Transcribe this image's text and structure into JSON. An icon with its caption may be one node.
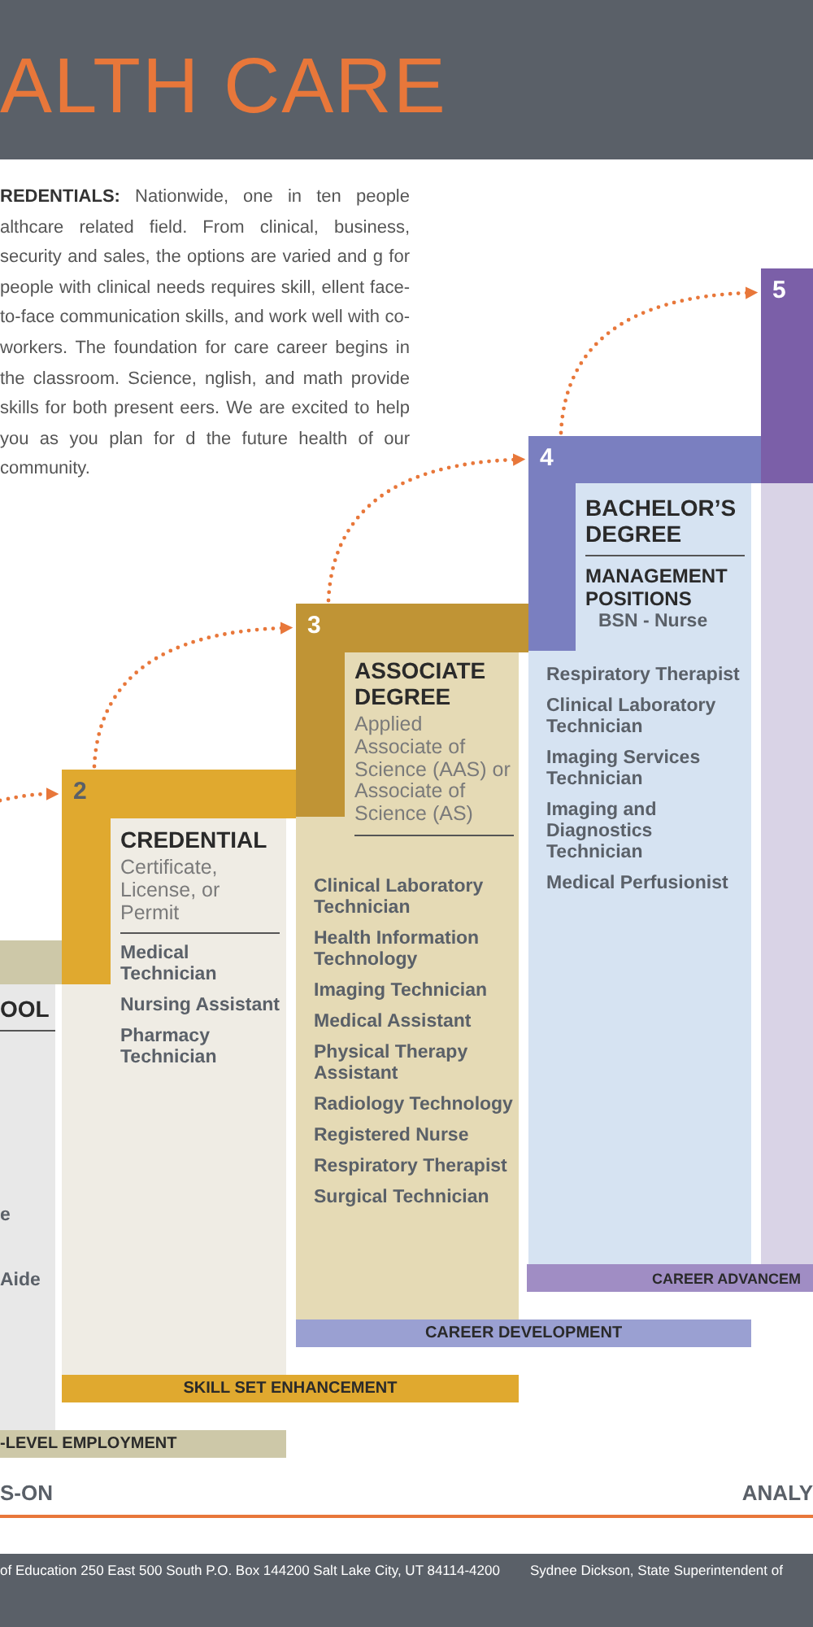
{
  "diagram": {
    "title": "ALTH CARE",
    "nodes": [
      {
        "text": [
          "OOL",
          "e",
          "Aide"
        ]
      },
      {
        "text": [
          "2",
          "CREDENTIAL",
          "Certificate, License, or Permit",
          "Medical Technician",
          "Nursing Assistant",
          "Pharmacy Technician"
        ]
      },
      {
        "text": [
          "3",
          "ASSOCIATE DEGREE",
          "Applied Associate of Science (AAS) or Associate of Science (AS)",
          "Clinical Laboratory Technician",
          "Health Information Technology",
          "Imaging Technician",
          "Medical Assistant",
          "Physical Therapy Assistant",
          "Radiology Technology",
          "Registered Nurse",
          "Respiratory Therapist",
          "Surgical Technician"
        ]
      },
      {
        "text": [
          "4",
          "BACHELOR’S DEGREE",
          "MANAGEMENT POSITIONS",
          "BSN - Nurse",
          "Respiratory Therapist",
          "Clinical Laboratory Technician",
          "Imaging Services Technician",
          "Imaging and Diagnostics Technician",
          "Medical Perfusionist"
        ]
      },
      {
        "text": [
          "5"
        ]
      },
      {
        "text": [
          "-LEVEL EMPLOYMENT"
        ]
      },
      {
        "text": [
          "SKILL SET ENHANCEMENT"
        ]
      },
      {
        "text": [
          "CAREER DEVELOPMENT"
        ]
      },
      {
        "text": [
          "CAREER ADVANCEM"
        ]
      }
    ],
    "edges": [
      {
        "from": null,
        "to": 1,
        "arrow": "to",
        "style": "dashed"
      },
      {
        "from": 1,
        "to": 2,
        "arrow": "to",
        "style": "dashed"
      },
      {
        "from": 2,
        "to": 3,
        "arrow": "to",
        "style": "dashed"
      },
      {
        "from": 3,
        "to": 4,
        "arrow": "to",
        "style": "dashed"
      }
    ],
    "labels": [
      "**REDENTIALS:** Nationwide, one in ten people althcare related field. From clinical, business, security and sales, the options are varied and g for people with clinical needs requires skill, ellent face-to-face communication skills, and work well with co-workers. The foundation for care career begins in the classroom. Science, nglish, and math provide skills for both present eers. We are excited to help you as you plan for d the future health of our community.",
      "S-ON",
      "ANALY",
      "of Education 250 East 500 South P.O. Box 144200 Salt Lake City, UT 84114-4200",
      "Sydnee Dickson, State Superintendent of"
    ]
  }
}
